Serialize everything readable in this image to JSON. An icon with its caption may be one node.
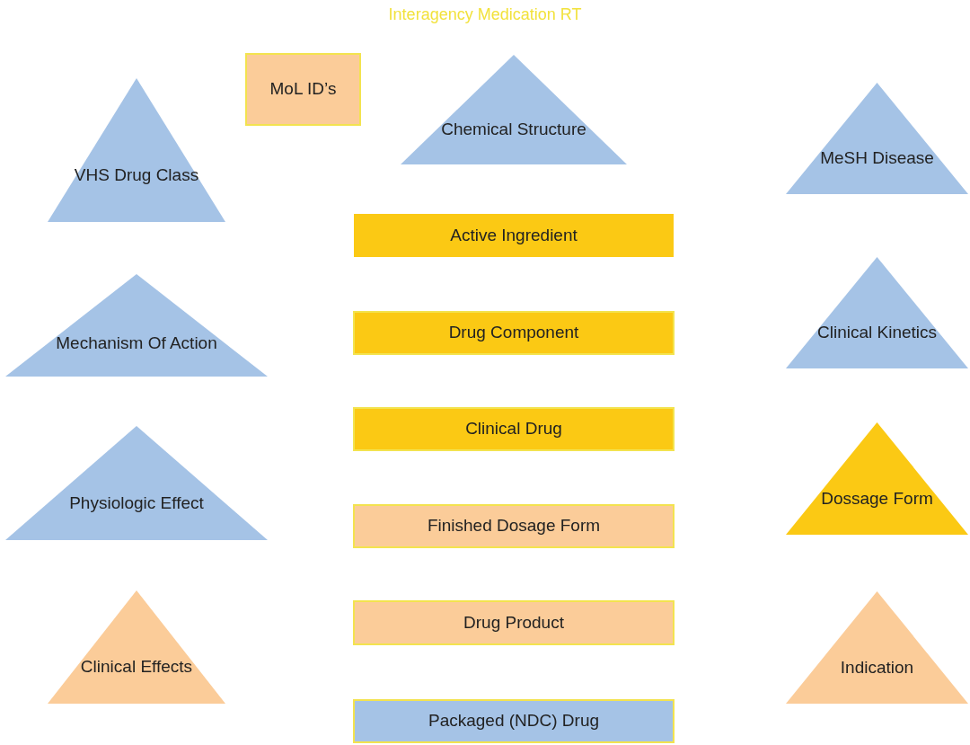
{
  "diagram": {
    "title": "Interagency Medication RT",
    "nodes": [
      {
        "text": [
          "MoL ID’s"
        ]
      },
      {
        "text": [
          "Chemical Structure"
        ]
      },
      {
        "text": [
          "VHS Drug Class"
        ]
      },
      {
        "text": [
          "MeSH Disease"
        ]
      },
      {
        "text": [
          "Active Ingredient"
        ]
      },
      {
        "text": [
          "Mechanism Of Action"
        ]
      },
      {
        "text": [
          "Drug Component"
        ]
      },
      {
        "text": [
          "Clinical Kinetics"
        ]
      },
      {
        "text": [
          "Clinical Drug"
        ]
      },
      {
        "text": [
          "Physiologic Effect"
        ]
      },
      {
        "text": [
          "Dossage Form"
        ]
      },
      {
        "text": [
          "Finished Dosage Form"
        ]
      },
      {
        "text": [
          "Drug Product"
        ]
      },
      {
        "text": [
          "Clinical Effects"
        ]
      },
      {
        "text": [
          "Indication"
        ]
      },
      {
        "text": [
          "Packaged (NDC) Drug"
        ]
      }
    ]
  }
}
